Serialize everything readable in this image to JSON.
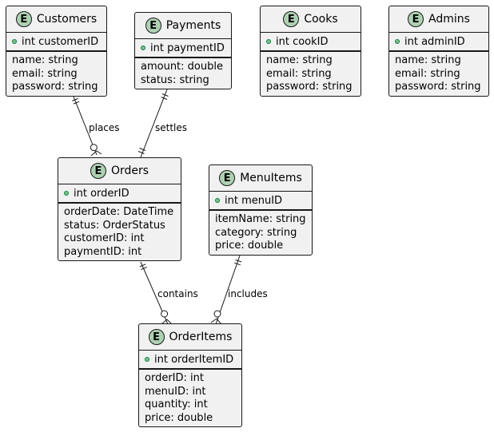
{
  "entities": {
    "customers": {
      "badge": "E",
      "name": "Customers",
      "pk": "int customerID",
      "attrs": [
        "name: string",
        "email: string",
        "password: string"
      ]
    },
    "payments": {
      "badge": "E",
      "name": "Payments",
      "pk": "int paymentID",
      "attrs": [
        "amount: double",
        "status: string"
      ]
    },
    "cooks": {
      "badge": "E",
      "name": "Cooks",
      "pk": "int cookID",
      "attrs": [
        "name: string",
        "email: string",
        "password: string"
      ]
    },
    "admins": {
      "badge": "E",
      "name": "Admins",
      "pk": "int adminID",
      "attrs": [
        "name: string",
        "email: string",
        "password: string"
      ]
    },
    "orders": {
      "badge": "E",
      "name": "Orders",
      "pk": "int orderID",
      "attrs": [
        "orderDate: DateTime",
        "status: OrderStatus",
        "customerID: int",
        "paymentID: int"
      ]
    },
    "menuitems": {
      "badge": "E",
      "name": "MenuItems",
      "pk": "int menuID",
      "attrs": [
        "itemName: string",
        "category: string",
        "price: double"
      ]
    },
    "orderitems": {
      "badge": "E",
      "name": "OrderItems",
      "pk": "int orderItemID",
      "attrs": [
        "orderID: int",
        "menuID: int",
        "quantity: int",
        "price: double"
      ]
    }
  },
  "relationships": {
    "places": {
      "label": "places",
      "from": "Customers",
      "to": "Orders"
    },
    "settles": {
      "label": "settles",
      "from": "Payments",
      "to": "Orders"
    },
    "contains": {
      "label": "contains",
      "from": "Orders",
      "to": "OrderItems"
    },
    "includes": {
      "label": "includes",
      "from": "MenuItems",
      "to": "OrderItems"
    }
  },
  "colors": {
    "entity_fill": "#f1f1f1",
    "badge_fill": "#add1b2",
    "pk_marker_fill": "#84be84",
    "line": "#181818"
  }
}
